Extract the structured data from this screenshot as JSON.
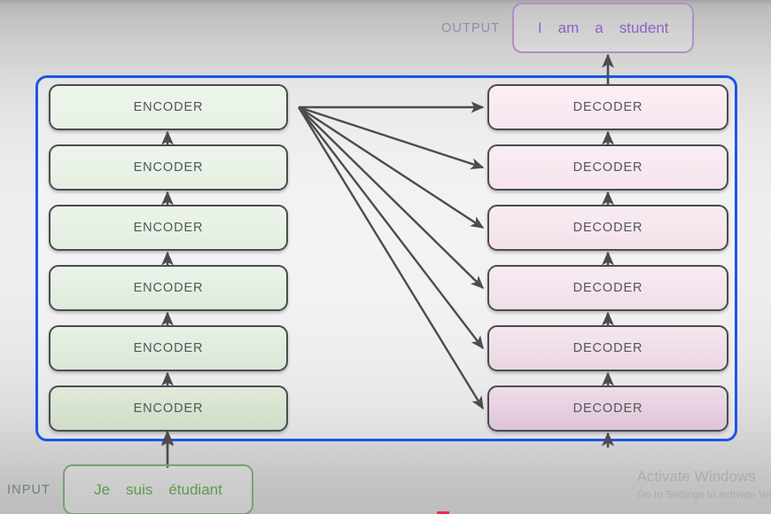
{
  "output": {
    "label": "OUTPUT",
    "tokens": [
      "I",
      "am",
      "a",
      "student"
    ],
    "border_color": "#b08fc9",
    "text_color": "#9360c4"
  },
  "input": {
    "label": "INPUT",
    "tokens": [
      "Je",
      "suis",
      "étudiant"
    ],
    "border_color": "#75a46f",
    "text_color": "#5f9a4a"
  },
  "encoder_stack": {
    "cells": [
      {
        "label": "ENCODER"
      },
      {
        "label": "ENCODER"
      },
      {
        "label": "ENCODER"
      },
      {
        "label": "ENCODER"
      },
      {
        "label": "ENCODER"
      },
      {
        "label": "ENCODER"
      }
    ]
  },
  "decoder_stack": {
    "cells": [
      {
        "label": "DECODER"
      },
      {
        "label": "DECODER"
      },
      {
        "label": "DECODER"
      },
      {
        "label": "DECODER"
      },
      {
        "label": "DECODER"
      },
      {
        "label": "DECODER"
      }
    ]
  },
  "container": {
    "border_color": "#1a56e8"
  },
  "arrows": {
    "color": "#4c4c50",
    "encoder_upward_count": 6,
    "decoder_upward_count": 6,
    "fanout_count": 6,
    "fanout_origin": "top-encoder-right-edge"
  },
  "watermark": {
    "line1": "Activate Windows",
    "line2": "Go to Settings to activate Windows."
  }
}
